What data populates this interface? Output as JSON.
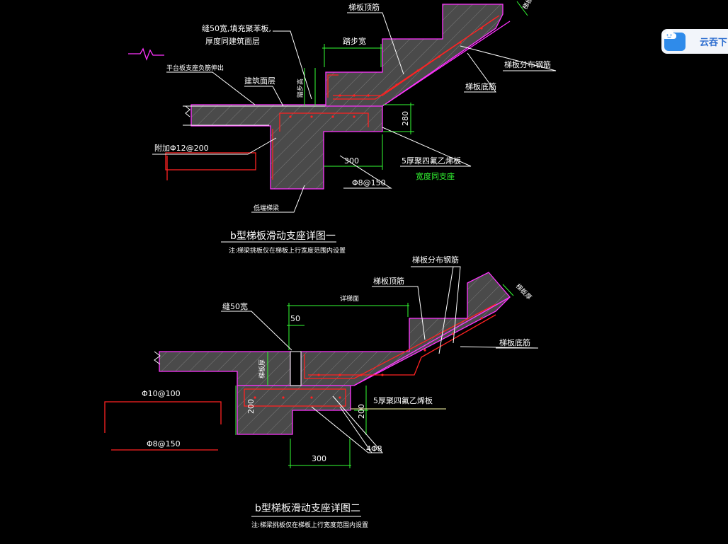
{
  "widget": {
    "text": "云吞下",
    "icon": "cloud-smile-icon"
  },
  "detail1": {
    "title": "b型梯板滑动支座详图一",
    "note": "注:梯梁挑板仅在梯板上行宽度范围内设置",
    "labels": {
      "seam": "缝50宽,填充聚苯板,",
      "seam2": "厚度同建筑面层",
      "platform": "平台板支座负筋伸出",
      "finish": "建筑面层",
      "step_width": "踏步宽",
      "top_bar": "梯板顶筋",
      "dist_bar": "梯板分布钢筋",
      "bottom_bar": "梯板底筋",
      "added_bar": "附加Φ12@200",
      "dim_280": "280",
      "dim_300": "300",
      "ptfe": "5厚聚四氟乙烯板",
      "same_width": "宽度同支座",
      "stirrup": "Φ8@150",
      "low_beam": "低端梯梁",
      "step_height": "踏步高",
      "slab_thick": "梯板厚"
    }
  },
  "detail2": {
    "title": "b型梯板滑动支座详图二",
    "note": "注:梯梁挑板仅在梯板上行宽度范围内设置",
    "labels": {
      "seam": "缝50宽",
      "dist_bar": "梯板分布钢筋",
      "top_bar": "梯板顶筋",
      "step_face": "详梯面",
      "dim_50": "50",
      "bottom_bar": "梯板底筋",
      "slab_thick": "梯板厚",
      "slab_thick2": "梯板厚",
      "bar_d10": "Φ10@100",
      "dim_200a": "200",
      "dim_200b": "200",
      "ptfe": "5厚聚四氟乙烯板",
      "bar_d8": "Φ8@150",
      "bars_4": "4Φ8",
      "dim_300": "300"
    }
  }
}
